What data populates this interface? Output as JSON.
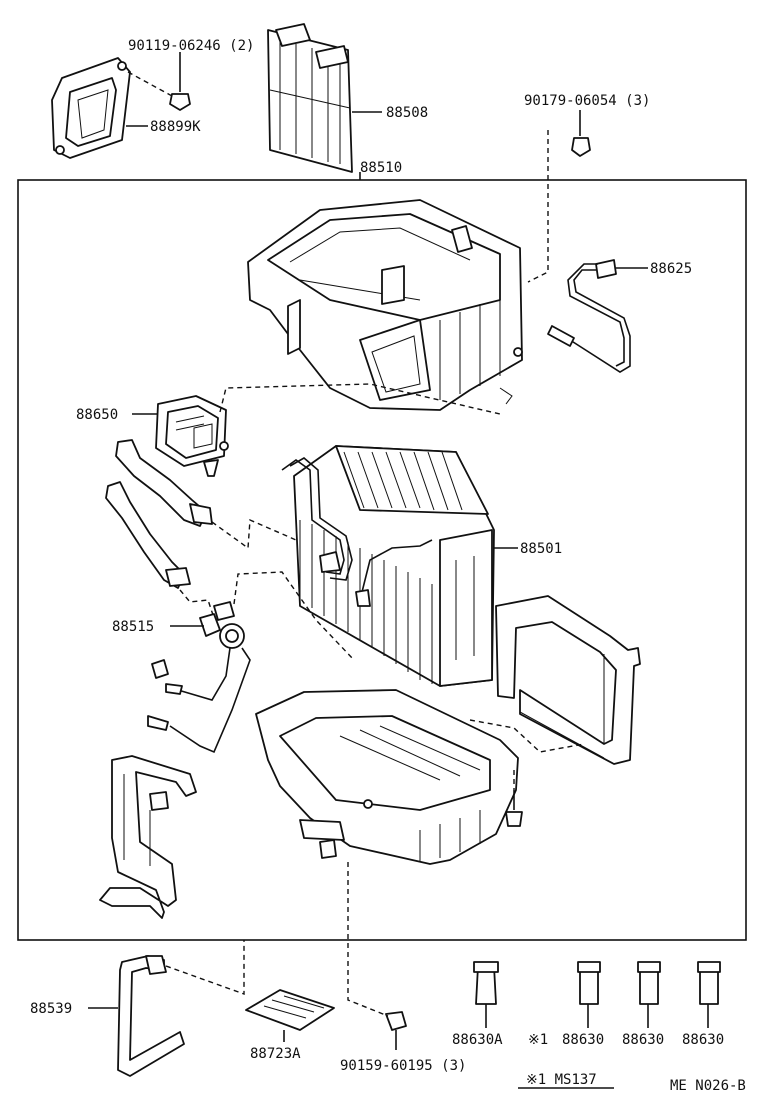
{
  "labels": {
    "bolt_top": "90119-06246 (2)",
    "cover": "88899K",
    "filter": "88508",
    "clip": "90179-06054 (3)",
    "unit": "88510",
    "thermistor": "88625",
    "amplifier": "88650",
    "evaporator": "88501",
    "valve": "88515",
    "pipe": "88539",
    "sheet": "88723A",
    "screw": "90159-60195 (3)",
    "switch_a": "88630A",
    "switch_mark": "※1",
    "switch_1": "88630",
    "switch_2": "88630",
    "switch_3": "88630",
    "footnote": "※1  MS137",
    "code": "ME N026-B"
  }
}
